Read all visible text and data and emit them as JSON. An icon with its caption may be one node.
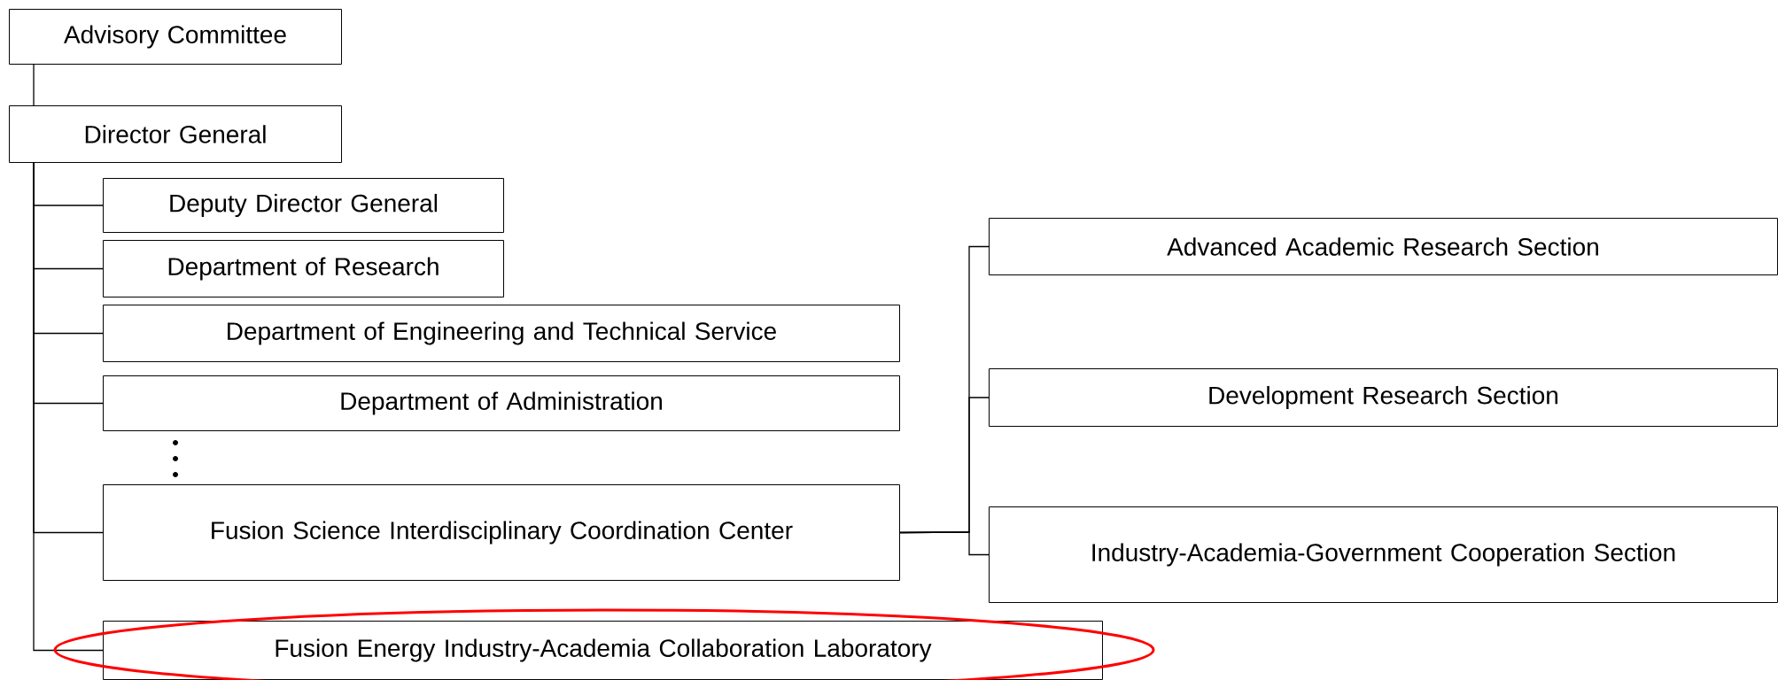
{
  "diagram": {
    "nodes": [
      {
        "text": [
          "Advisory Committee"
        ]
      },
      {
        "text": [
          "Director General"
        ]
      },
      {
        "text": [
          "Deputy Director General"
        ]
      },
      {
        "text": [
          "Department of Research"
        ]
      },
      {
        "text": [
          "Department of Engineering and Technical Service"
        ]
      },
      {
        "text": [
          "Department of Administration"
        ]
      },
      {
        "text": [
          "Fusion Science Interdisciplinary Coordination Center"
        ]
      },
      {
        "text": [
          "Fusion Energy Industry-Academia Collaboration Laboratory"
        ]
      },
      {
        "text": [
          "Advanced Academic Research Section"
        ]
      },
      {
        "text": [
          "Development Research Section"
        ]
      },
      {
        "text": [
          "Industry-Academia-Government Cooperation Section"
        ]
      }
    ],
    "edges": [
      {
        "from": 0,
        "to": 1,
        "arrow": "none"
      },
      {
        "from": 1,
        "to": 2,
        "arrow": "none"
      },
      {
        "from": 1,
        "to": 3,
        "arrow": "none"
      },
      {
        "from": 1,
        "to": 4,
        "arrow": "none"
      },
      {
        "from": 1,
        "to": 5,
        "arrow": "none"
      },
      {
        "from": 1,
        "to": 6,
        "arrow": "none"
      },
      {
        "from": 1,
        "to": 7,
        "arrow": "none"
      },
      {
        "from": 6,
        "to": 8,
        "arrow": "none"
      },
      {
        "from": 6,
        "to": 9,
        "arrow": "none"
      },
      {
        "from": 6,
        "to": 10,
        "arrow": "none"
      }
    ]
  }
}
